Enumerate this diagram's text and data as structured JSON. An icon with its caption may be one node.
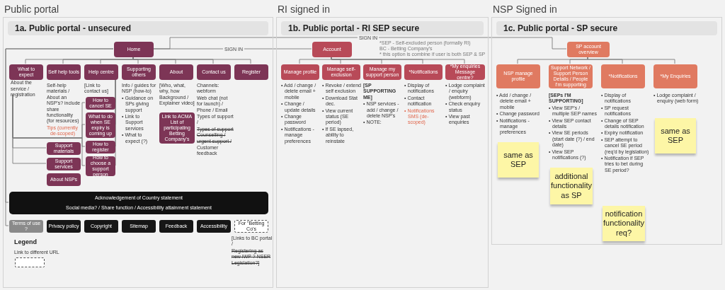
{
  "diagram": {
    "nodes": [
      {
        "text": [
          "1a. Public portal - unsecured"
        ]
      },
      {
        "text": [
          "Home"
        ],
        "in": 0
      },
      {
        "text": [
          "What to expect"
        ],
        "in": 0
      },
      {
        "text": [
          "Self help tools"
        ],
        "in": 0,
        "beside": [
          "Self-help materials / About an NSP's? include share functionality (for resources)",
          "Tips (currently de-scoped)"
        ]
      },
      {
        "text": [
          "Help centre"
        ],
        "in": 0,
        "beside": [
          "[Link to contact us]"
        ]
      },
      {
        "text": [
          "Supporting others"
        ],
        "in": 0,
        "beside": [
          "Info / guides for NSP (how-to)",
          "• Guidance on SPs giving support",
          "• Link to Support services",
          "• What to expect (?)"
        ]
      },
      {
        "text": [
          "About"
        ],
        "in": 0,
        "beside": [
          "[Who, what, why, how Background / Explainer video]"
        ]
      },
      {
        "text": [
          "Contact us"
        ],
        "in": 0,
        "beside": [
          "Channels: webform",
          "Web chat (not for launch) / Phone / Email",
          "Types of support /",
          "Types of support Counselling / urgent support /",
          "Customer feedback"
        ]
      },
      {
        "text": [
          "Register"
        ],
        "in": 0
      },
      {
        "text": [
          "About the service / registration"
        ],
        "in": 0
      },
      {
        "text": [
          "How to cancel SE"
        ],
        "in": 0
      },
      {
        "text": [
          "What to do when SE expiry is coming up"
        ],
        "in": 0
      },
      {
        "text": [
          "How to register"
        ],
        "in": 0
      },
      {
        "text": [
          "How to choose a support person"
        ],
        "in": 0
      },
      {
        "text": [
          "Support materials"
        ],
        "in": 0
      },
      {
        "text": [
          "Support services"
        ],
        "in": 0
      },
      {
        "text": [
          "About NSPs"
        ],
        "in": 0
      },
      {
        "text": [
          "Link to ACMA List of participating Betting Company's"
        ],
        "in": 0
      },
      {
        "text": [
          "Acknowledgement of Country statement",
          "Social media? / Share function / Accessibility attainment statement"
        ],
        "in": 0
      },
      {
        "text": [
          "Terms of use ?"
        ],
        "in": 0
      },
      {
        "text": [
          "Privacy policy"
        ],
        "in": 0
      },
      {
        "text": [
          "Copyright"
        ],
        "in": 0
      },
      {
        "text": [
          "Sitemap"
        ],
        "in": 0
      },
      {
        "text": [
          "Feedback"
        ],
        "in": 0
      },
      {
        "text": [
          "Accessibility"
        ],
        "in": 0
      },
      {
        "text": [
          "For \"Betting Co's"
        ],
        "in": 0,
        "beside": [
          "[Links to BC portal /",
          "Registering as new IWP ? NSER Legislation?]"
        ]
      },
      {
        "text": [
          "1b. Public portal - RI SEP secure"
        ]
      },
      {
        "text": [
          "Account"
        ],
        "in": 26
      },
      {
        "text": [
          "Manage profile"
        ],
        "in": 26,
        "beside": [
          "• Add / change / delete email + mobile",
          "• Change / update details",
          "• Change password",
          "• Notifications - manage preferences"
        ]
      },
      {
        "text": [
          "Manage self-exclusion"
        ],
        "in": 26,
        "beside": [
          "• Revoke / extend self exclusion",
          "• Download Stat dec.",
          "• View current status (SE period)",
          "• If SE lapsed, ability to reinstate"
        ]
      },
      {
        "text": [
          "Manage my support person"
        ],
        "in": 26,
        "beside": [
          "[SP SUPPORTING ME]",
          "• NSP services - add / change / delete NSP's",
          "• NOTE:"
        ]
      },
      {
        "text": [
          "*Notifications"
        ],
        "in": 26,
        "beside": [
          "• Display of notifications",
          "• Contact notification",
          "• Notifications SMS (de-scoped)"
        ]
      },
      {
        "text": [
          "*My enquiries Message centre?"
        ],
        "in": 26,
        "beside": [
          "• Lodge complaint / enquiry (webform)",
          "• Check enquiry status",
          "• View past enquiries"
        ]
      },
      {
        "text": [
          "1c. Public portal - SP secure"
        ]
      },
      {
        "text": [
          "SP account overview"
        ],
        "in": 33
      },
      {
        "text": [
          "NSP manage profile"
        ],
        "in": 33,
        "beside": [
          "• Add / change / delete email + mobile",
          "• Change password",
          "• Notifications - manage preferences"
        ]
      },
      {
        "text": [
          "Support Network / Support Person Details / People I'm supporting"
        ],
        "in": 33,
        "beside": [
          "[SEPs I'M SUPPORTING]",
          "• View SEP's / multiple SEP names",
          "• View SEP contact details",
          "• View SE periods (start date (?) / end date)",
          "• View SEP notifications (?)"
        ]
      },
      {
        "text": [
          "*Notifications"
        ],
        "in": 33,
        "beside": [
          "• Display of notifications",
          "• SP request notifications",
          "• Change of SEP details notification",
          "• Expiry notification",
          "• SEP attempt to cancel SE period (req'd by legislation)",
          "• Notification if SEP tries to bet during SE period?"
        ]
      },
      {
        "text": [
          "*My Enquiries"
        ],
        "in": 33,
        "beside": [
          "• Lodge complaint / enquiry (web form)"
        ]
      },
      {
        "text": [
          "same as SEP"
        ],
        "in": 33
      },
      {
        "text": [
          "additional functionality as SP"
        ],
        "in": 33
      },
      {
        "text": [
          "notification functionality req?"
        ],
        "in": 33
      },
      {
        "text": [
          "same as SEP"
        ],
        "in": 33
      }
    ],
    "edges": [
      {
        "from": 1,
        "to": 2,
        "arrow": "none"
      },
      {
        "from": 1,
        "to": 3,
        "arrow": "none"
      },
      {
        "from": 1,
        "to": 4,
        "arrow": "none"
      },
      {
        "from": 1,
        "to": 5,
        "arrow": "none"
      },
      {
        "from": 1,
        "to": 6,
        "arrow": "none"
      },
      {
        "from": 1,
        "to": 7,
        "arrow": "none"
      },
      {
        "from": 1,
        "to": 8,
        "arrow": "none"
      },
      {
        "from": 1,
        "to": 18,
        "arrow": "none"
      },
      {
        "from": 1,
        "to": 19,
        "arrow": "none"
      },
      {
        "from": 4,
        "to": 10,
        "arrow": "none"
      },
      {
        "from": 4,
        "to": 11,
        "arrow": "none"
      },
      {
        "from": 4,
        "to": 12,
        "arrow": "none"
      },
      {
        "from": 4,
        "to": 13,
        "arrow": "none"
      },
      {
        "from": 9,
        "to": 10,
        "arrow": "none"
      },
      {
        "from": 9,
        "to": 11,
        "arrow": "none"
      },
      {
        "from": 9,
        "to": 14,
        "arrow": "none"
      },
      {
        "from": 9,
        "to": 12,
        "arrow": "none"
      },
      {
        "from": 9,
        "to": 15,
        "arrow": "none"
      },
      {
        "from": 9,
        "to": 13,
        "arrow": "none"
      },
      {
        "from": 1,
        "to": 27,
        "arrow": "none",
        "label": "SIGN IN"
      },
      {
        "from": 1,
        "to": 34,
        "arrow": "none",
        "label": "SIGN IN"
      },
      {
        "from": 27,
        "to": 28,
        "arrow": "none"
      },
      {
        "from": 27,
        "to": 29,
        "arrow": "none"
      },
      {
        "from": 27,
        "to": 30,
        "arrow": "none"
      },
      {
        "from": 27,
        "to": 31,
        "arrow": "none"
      },
      {
        "from": 27,
        "to": 32,
        "arrow": "none"
      },
      {
        "from": 34,
        "to": 35,
        "arrow": "none"
      },
      {
        "from": 34,
        "to": 36,
        "arrow": "none"
      },
      {
        "from": 34,
        "to": 37,
        "arrow": "none"
      },
      {
        "from": 34,
        "to": 38,
        "arrow": "none"
      }
    ],
    "labels": [
      "Public portal",
      "RI signed in",
      "NSP Signed in",
      "*SEP - Self-excluded person (formally RI)",
      "BC - Betting Company's",
      "* this option is combine if user is both SEP & SP",
      "Legend"
    ],
    "legend": [
      {
        "text": "Link to different URL"
      }
    ]
  }
}
